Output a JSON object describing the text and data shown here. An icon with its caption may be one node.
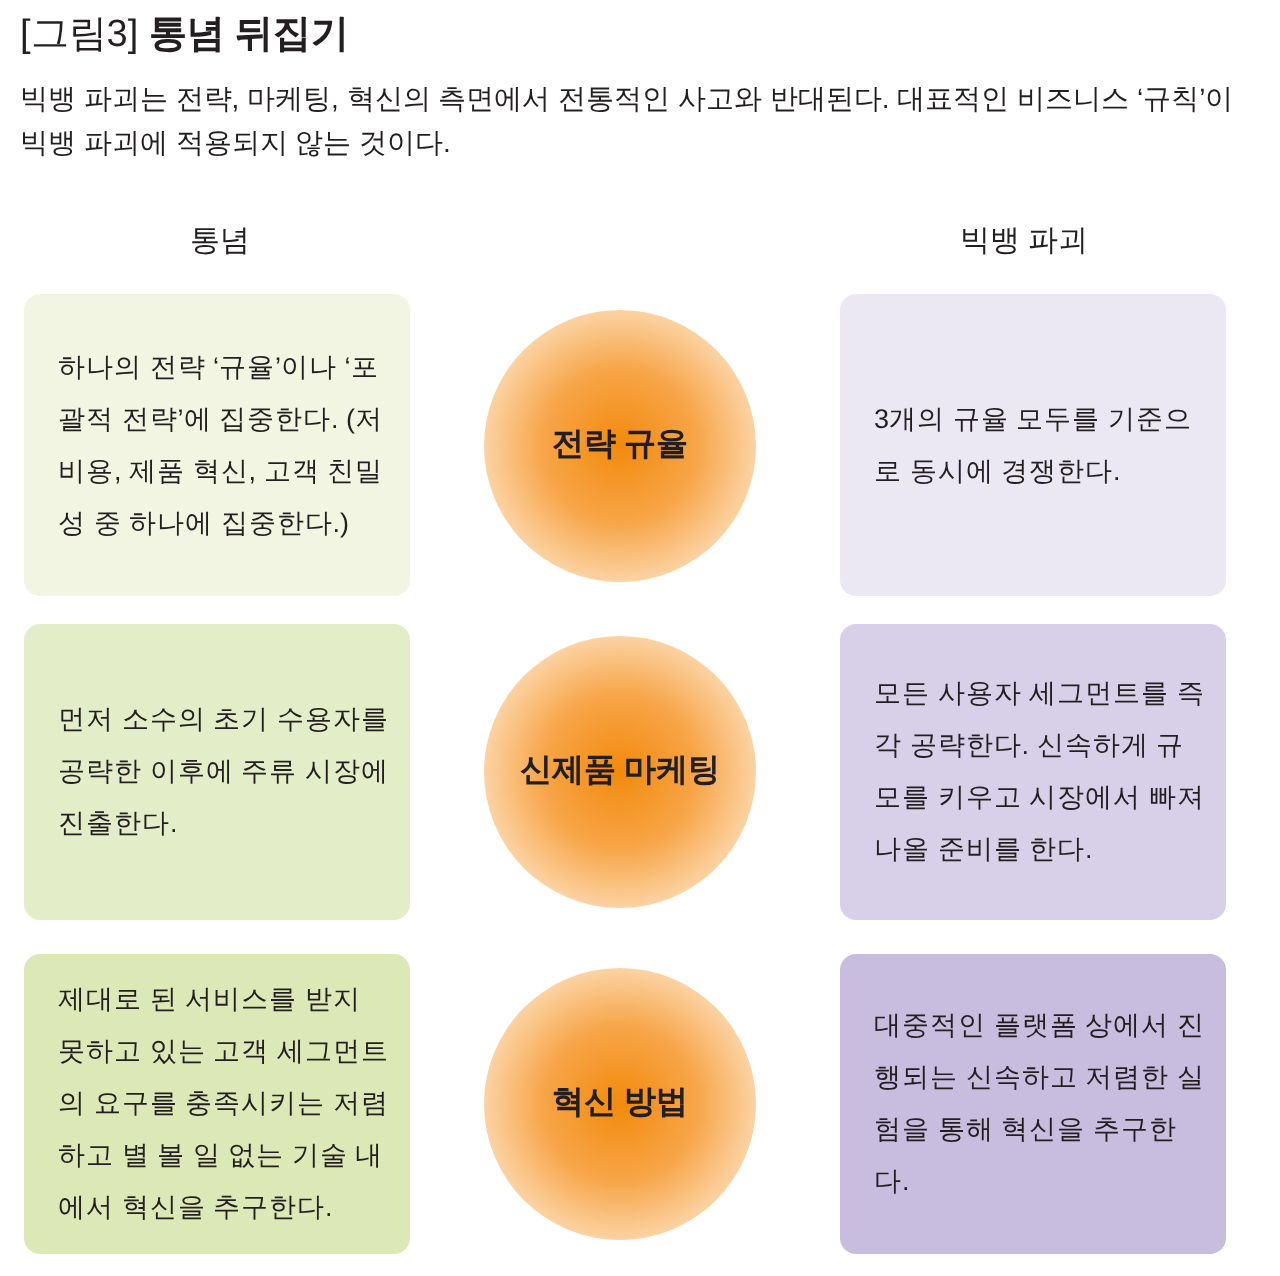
{
  "diagram": {
    "title": "[그림3] **통념 뒤집기**",
    "nodes": [
      {
        "text": [
          "하나의 전략 ‘규율’이나 ‘포괄적 전략’에 집중한다. (저비용, 제품 혁신, 고객 친밀성 중 하나에 집중한다.)"
        ]
      },
      {
        "text": [
          "전략 규율"
        ]
      },
      {
        "text": [
          "3개의 규율 모두를 기준으로 동시에 경쟁한다."
        ]
      },
      {
        "text": [
          "먼저 소수의 초기 수용자를 공략한 이후에 주류 시장에 진출한다."
        ]
      },
      {
        "text": [
          "신제품 마케팅"
        ]
      },
      {
        "text": [
          "모든 사용자 세그먼트를 즉각 공략한다. 신속하게 규모를 키우고 시장에서 빠져나올 준비를 한다."
        ]
      },
      {
        "text": [
          "제대로 된 서비스를 받지 못하고 있는 고객 세그먼트의 요구를 충족시키는 저렴하고 별 볼 일 없는 기술 내에서 혁신을 추구한다."
        ]
      },
      {
        "text": [
          "혁신 방법"
        ]
      },
      {
        "text": [
          "대중적인 플랫폼 상에서 진행되는 신속하고 저렴한 실험을 통해 혁신을 추구한다."
        ]
      }
    ],
    "labels": [
      "빅뱅 파괴는 전략, 마케팅, 혁신의 측면에서 전통적인 사고와 반대된다. 대표적인 비즈니스 ‘규칙’이 빅뱅 파괴에 적용되지 않는 것이다.",
      "통념",
      "빅뱅 파괴"
    ]
  }
}
